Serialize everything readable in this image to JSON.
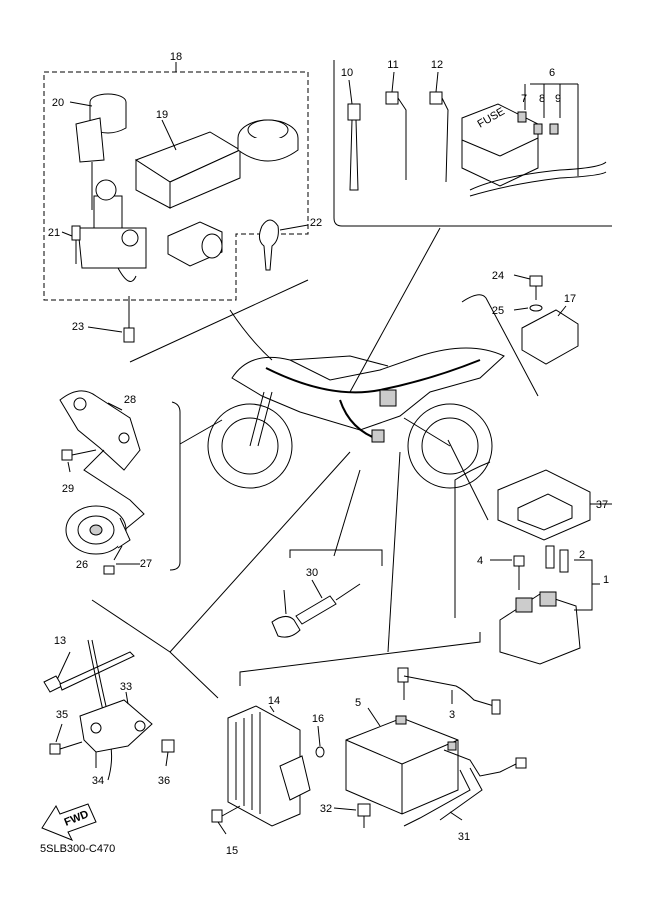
{
  "diagram_code": "5SLB300-C470",
  "fwd_label": "FWD",
  "fuse_label": "FUSE",
  "part_labels": {
    "p1": "1",
    "p2": "2",
    "p3": "3",
    "p4": "4",
    "p5": "5",
    "p6": "6",
    "p7": "7",
    "p8": "8",
    "p9": "9",
    "p10": "10",
    "p11": "11",
    "p12": "12",
    "p13": "13",
    "p14": "14",
    "p15": "15",
    "p16": "16",
    "p17": "17",
    "p18": "18",
    "p19": "19",
    "p20": "20",
    "p21": "21",
    "p22": "22",
    "p23": "23",
    "p24": "24",
    "p25": "25",
    "p26": "26",
    "p27": "27",
    "p28": "28",
    "p29": "29",
    "p30": "30",
    "p31": "31",
    "p32": "32",
    "p33": "33",
    "p34": "34",
    "p35": "35",
    "p36": "36",
    "p37": "37"
  }
}
